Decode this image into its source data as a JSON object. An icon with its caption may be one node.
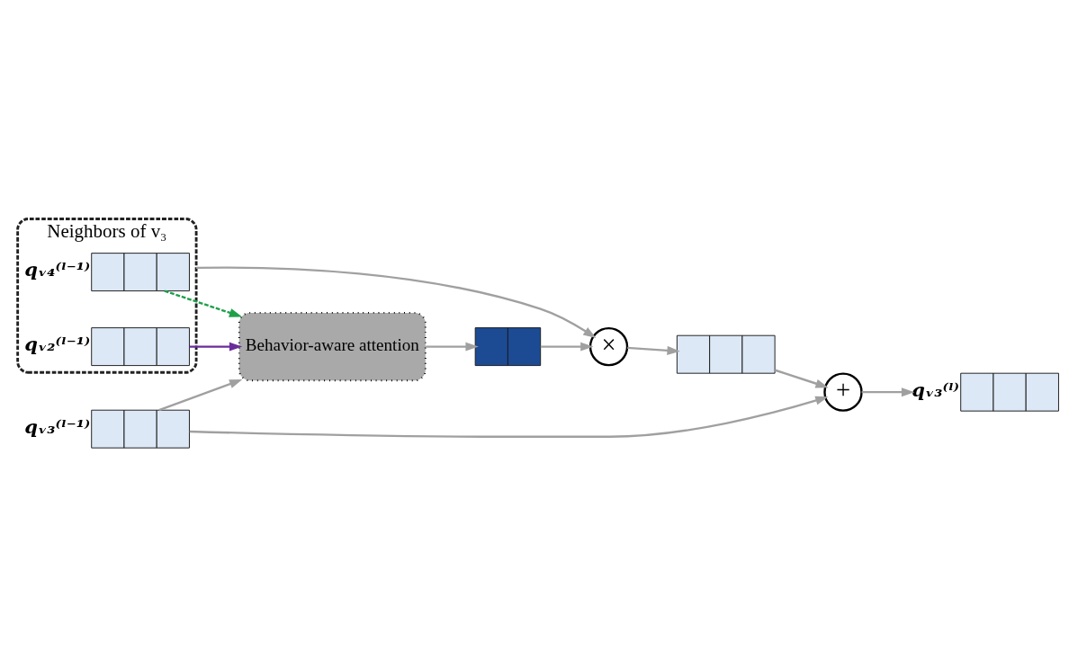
{
  "diagram": {
    "nodes": [
      {
        "text": [
          "Neighbors of v₃"
        ]
      },
      {
        "text": [
          "qᵥ₂⁽ˡ⁻¹⁾"
        ],
        "in": 0
      },
      {
        "text": [
          "qᵥ₄⁽ˡ⁻¹⁾"
        ],
        "in": 0
      },
      {
        "text": [
          "qᵥ₃⁽ˡ⁻¹⁾"
        ]
      },
      {
        "text": [
          "Behavior-aware attention"
        ]
      },
      {
        "text": [],
        "shape": "box"
      },
      {
        "text": [
          "×"
        ]
      },
      {
        "text": [],
        "shape": "box"
      },
      {
        "text": [
          "+"
        ]
      },
      {
        "text": [
          "qᵥ₃⁽ˡ⁾"
        ]
      }
    ],
    "edges": [
      {
        "from": 1,
        "to": 4,
        "arrow": "to",
        "color": "#6a2c9a"
      },
      {
        "from": 2,
        "to": 4,
        "arrow": "to",
        "style": "dashed",
        "color": "#1fa04a"
      },
      {
        "from": 3,
        "to": 4,
        "arrow": "to"
      },
      {
        "from": 4,
        "to": 5,
        "arrow": "to"
      },
      {
        "from": 5,
        "to": 6,
        "arrow": "to"
      },
      {
        "from": 6,
        "to": 7,
        "arrow": "to"
      },
      {
        "from": 0,
        "to": 6,
        "arrow": "to"
      },
      {
        "from": 7,
        "to": 8,
        "arrow": "to"
      },
      {
        "from": 3,
        "to": 8,
        "arrow": "to"
      },
      {
        "from": 8,
        "to": 9,
        "arrow": "to"
      }
    ]
  }
}
